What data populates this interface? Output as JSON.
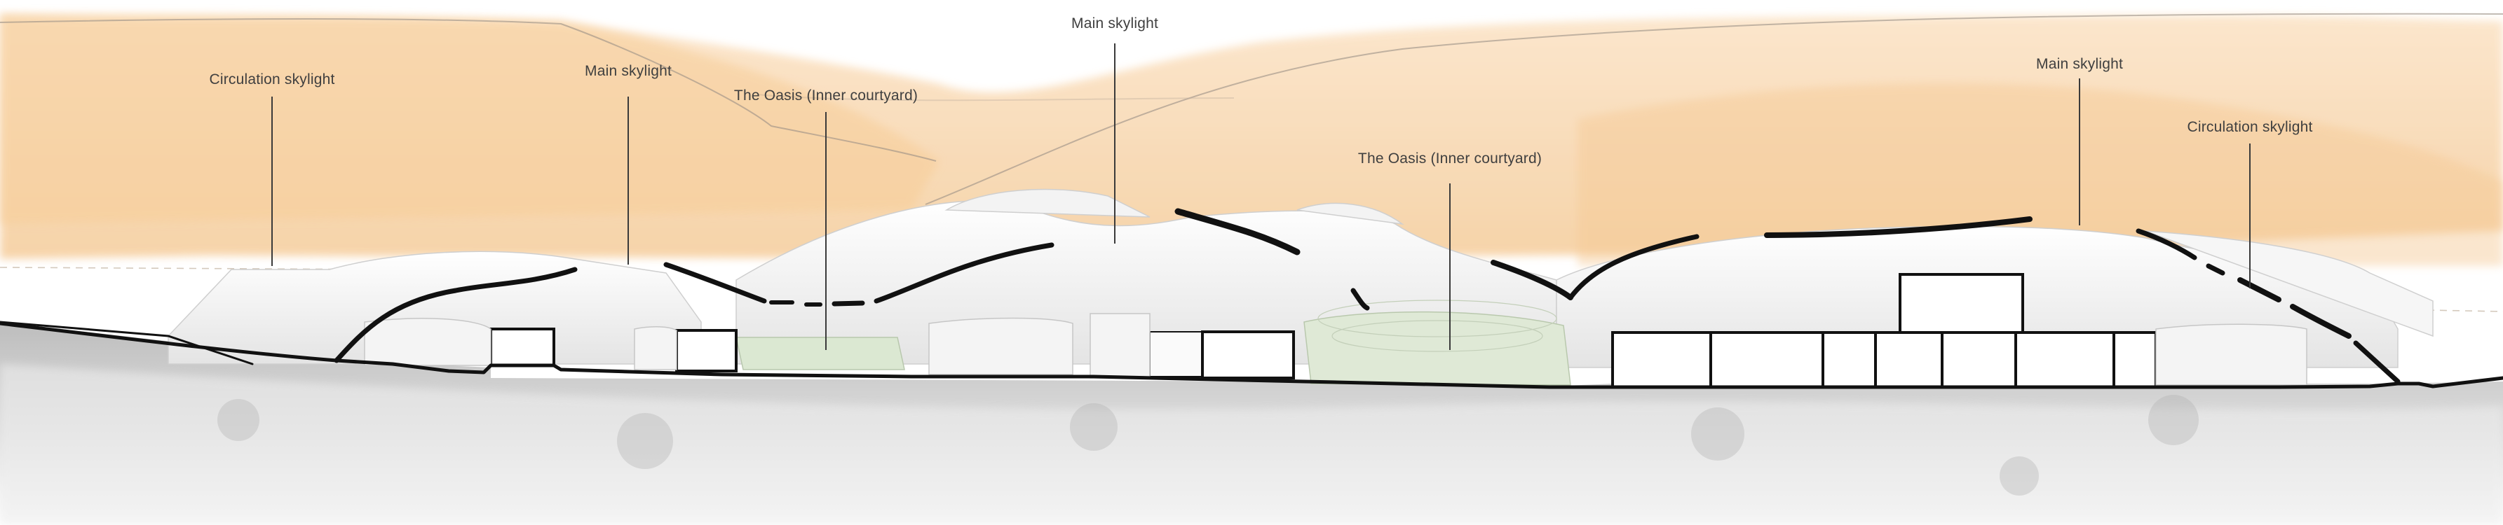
{
  "drawing": {
    "type": "architectural-section",
    "colors": {
      "sky_wash": "#f7d2a5",
      "sky_wash_light": "#fbe6cc",
      "ground": "#c9c9c9",
      "ground_light": "#ececec",
      "courtyard_glass": "#d8e6cf",
      "roof_line": "#111111",
      "leader_line": "#3a3a3a"
    }
  },
  "annotations": [
    {
      "id": "circulation-skylight-left",
      "text": "Circulation skylight"
    },
    {
      "id": "main-skylight-left",
      "text": "Main skylight"
    },
    {
      "id": "oasis-left",
      "text": "The Oasis (Inner courtyard)"
    },
    {
      "id": "main-skylight-center",
      "text": "Main skylight"
    },
    {
      "id": "oasis-center",
      "text": "The Oasis (Inner courtyard)"
    },
    {
      "id": "main-skylight-right",
      "text": "Main skylight"
    },
    {
      "id": "circulation-skylight-right",
      "text": "Circulation skylight"
    }
  ]
}
